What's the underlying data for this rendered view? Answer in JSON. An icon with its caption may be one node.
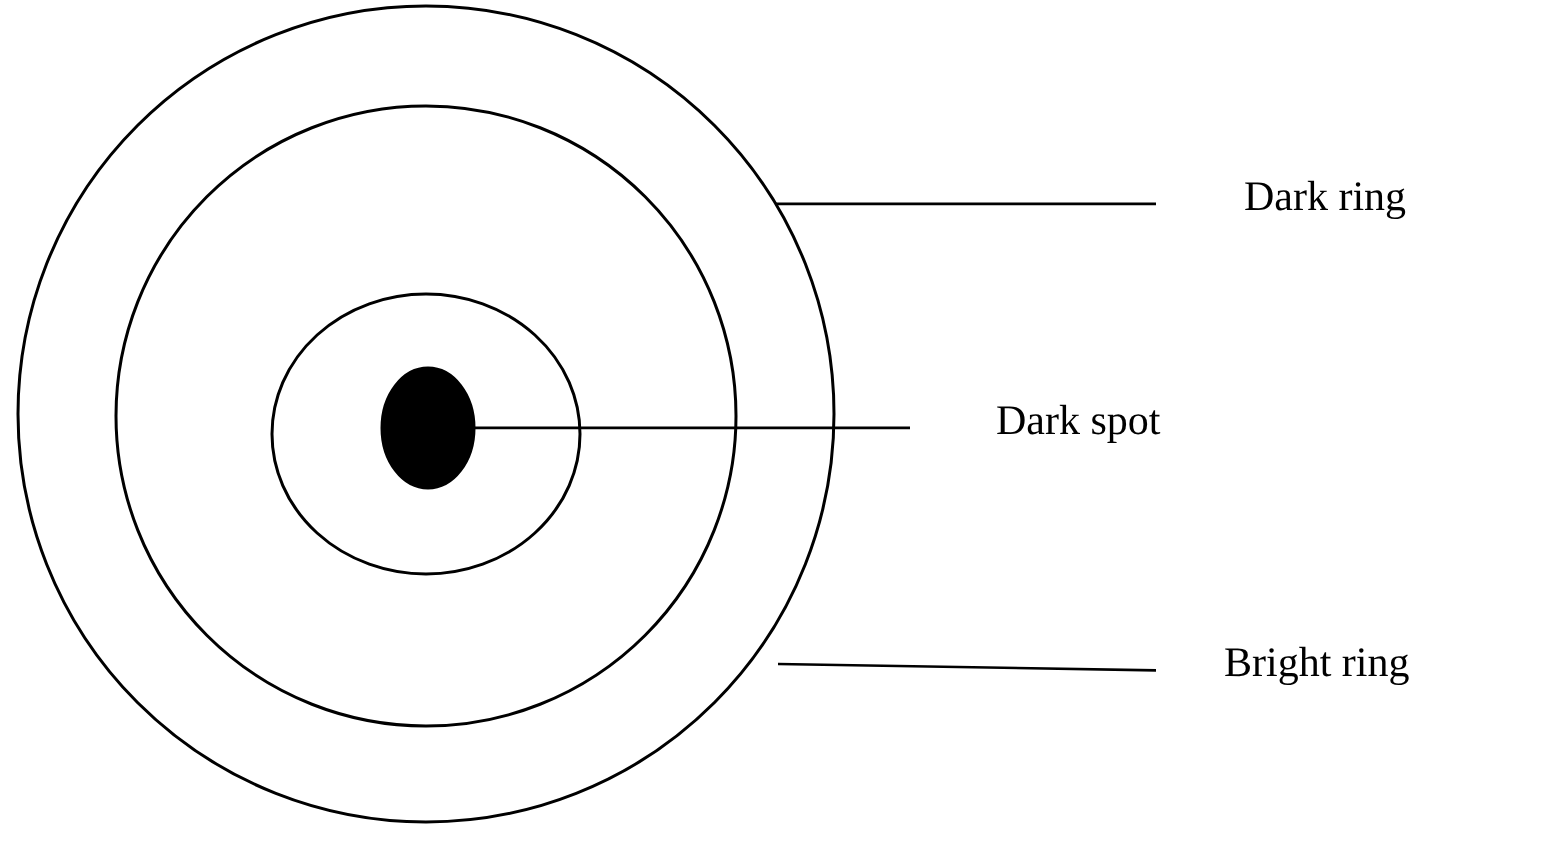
{
  "diagram": {
    "nodes": [
      {
        "text": [
          "Dark ring"
        ]
      },
      {
        "text": [
          "Dark spot"
        ]
      },
      {
        "text": [
          "Bright ring"
        ]
      },
      {
        "text": [],
        "shape": "circle"
      },
      {
        "text": [],
        "shape": "circle",
        "in": 3
      },
      {
        "text": [],
        "shape": "circle",
        "in": 4
      },
      {
        "text": [],
        "shape": "circle",
        "in": 5
      }
    ],
    "edges": [
      {
        "from": 0,
        "to": 3,
        "arrow": "none"
      },
      {
        "from": 1,
        "to": 6,
        "arrow": "none"
      },
      {
        "from": 2,
        "to": null,
        "arrow": "none"
      }
    ]
  }
}
